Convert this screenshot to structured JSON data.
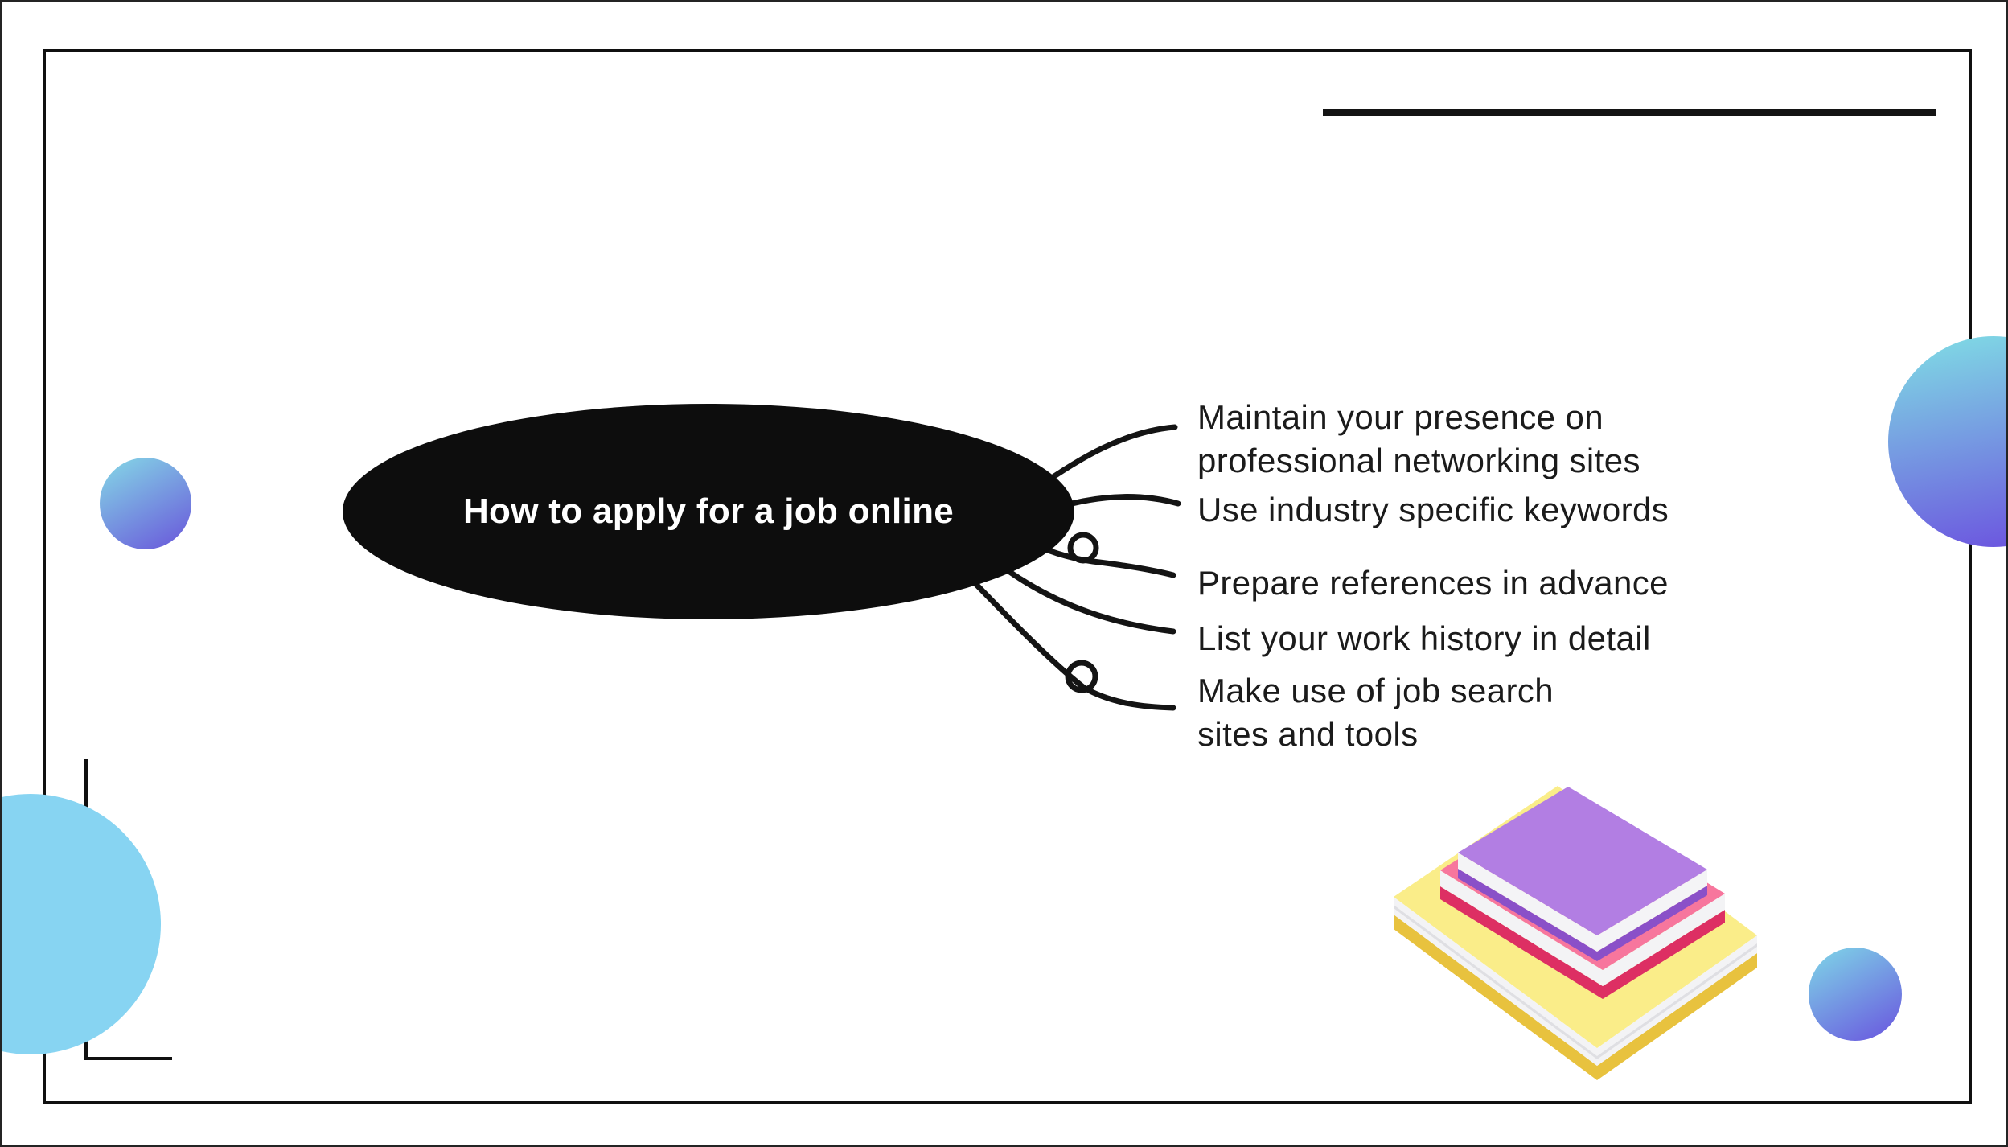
{
  "map": {
    "title": "How to apply for a job online",
    "branches": [
      {
        "label": "Maintain your presence on\nprofessional networking sites"
      },
      {
        "label": "Use industry specific keywords"
      },
      {
        "label": "Prepare references in advance"
      },
      {
        "label": "List your work history in detail"
      },
      {
        "label": "Make use of job search\nsites and tools"
      }
    ]
  },
  "colors": {
    "node_fill": "#0d0d0d",
    "node_text": "#ffffff",
    "branch_text": "#1b1b1b",
    "connector": "#141414",
    "frame_border": "#101010",
    "circle_light_blue": "#87d4f2",
    "circle_gradient_start": "#85dae6",
    "circle_gradient_end": "#6a5bdb",
    "book_yellow": "#faed89",
    "book_yellow_dark": "#e8c23e",
    "book_pink": "#f7769d",
    "book_pink_dark": "#dd2f63",
    "book_purple": "#b27ee3",
    "book_purple_dark": "#8a50c8",
    "book_pages": "#f3f3f5"
  }
}
